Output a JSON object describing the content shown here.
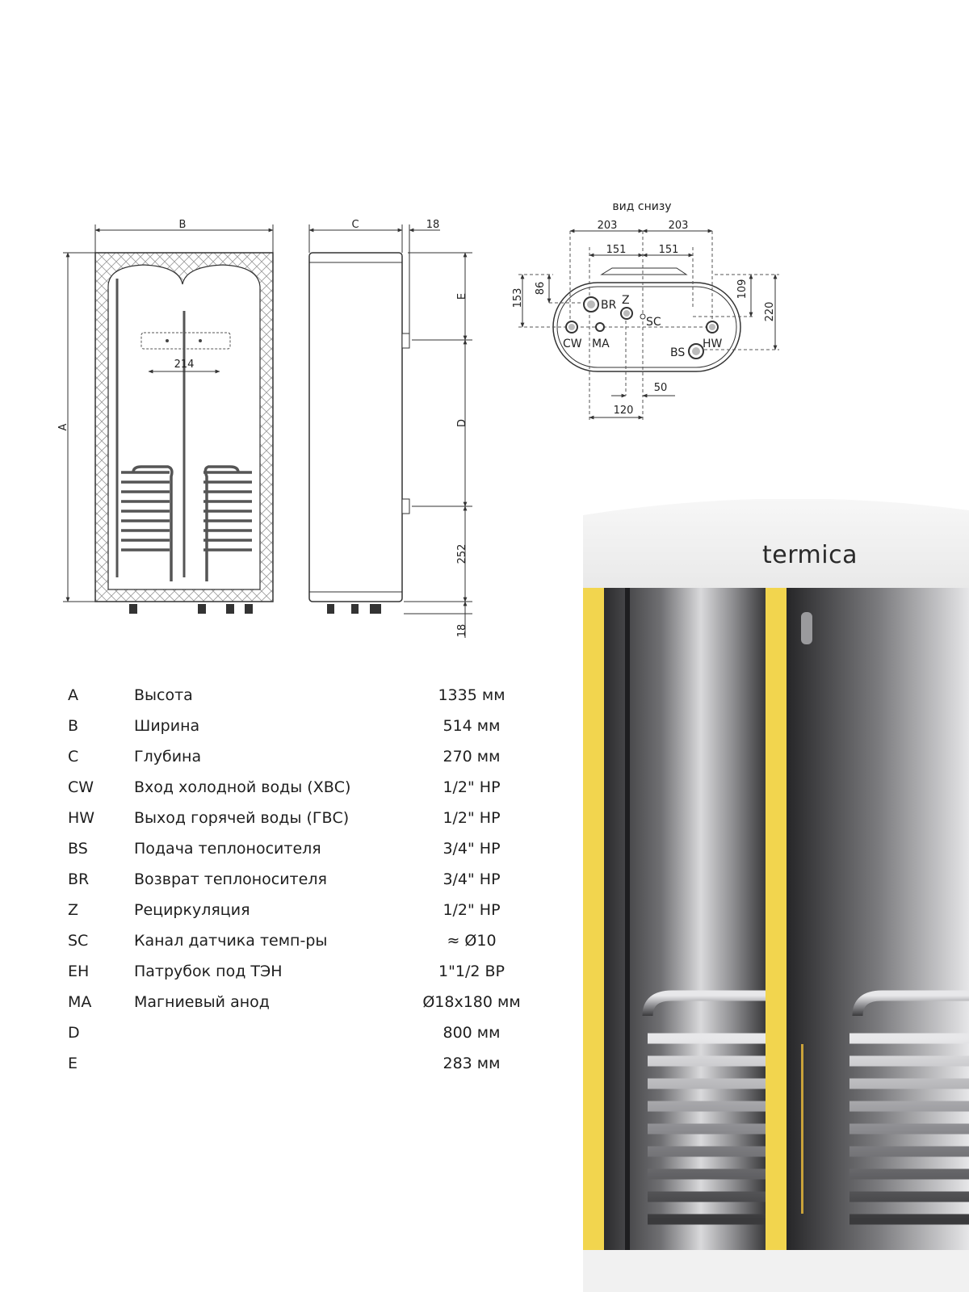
{
  "drawing": {
    "bottom_view_title": "вид снизу",
    "dims": {
      "B": "B",
      "C": "C",
      "A": "A",
      "E": "E",
      "D": "D",
      "d18_top": "18",
      "d18_bottom": "18",
      "d252": "252",
      "d214": "214",
      "b203_left": "203",
      "b203_right": "203",
      "b151_left": "151",
      "b151_right": "151",
      "b153": "153",
      "b86": "86",
      "b109": "109",
      "b220": "220",
      "b50": "50",
      "b120": "120"
    },
    "ports": {
      "BR": "BR",
      "Z": "Z",
      "SC": "SC",
      "CW": "CW",
      "MA": "MA",
      "HW": "HW",
      "BS": "BS"
    }
  },
  "specs": [
    {
      "code": "A",
      "label": "Высота",
      "value": "1335 мм"
    },
    {
      "code": "B",
      "label": "Ширина",
      "value": "514 мм"
    },
    {
      "code": "C",
      "label": "Глубина",
      "value": "270 мм"
    },
    {
      "code": "CW",
      "label": "Вход холодной воды (ХВС)",
      "value": "1/2\" НР"
    },
    {
      "code": "HW",
      "label": "Выход горячей воды (ГВС)",
      "value": "1/2\" НР"
    },
    {
      "code": "BS",
      "label": "Подача теплоносителя",
      "value": "3/4\" НР"
    },
    {
      "code": "BR",
      "label": "Возврат теплоносителя",
      "value": "3/4\" НР"
    },
    {
      "code": "Z",
      "label": "Рециркуляция",
      "value": "1/2\" НР"
    },
    {
      "code": "SC",
      "label": "Канал датчика темп-ры",
      "value": "≈ Ø10"
    },
    {
      "code": "EH",
      "label": "Патрубок под ТЭН",
      "value": "1\"1/2 ВР"
    },
    {
      "code": "MA",
      "label": "Магниевый анод",
      "value": "Ø18x180 мм"
    },
    {
      "code": "D",
      "label": "",
      "value": "800 мм"
    },
    {
      "code": "E",
      "label": "",
      "value": "283 мм"
    }
  ],
  "brand": "termica",
  "colors": {
    "accent_yellow": "#f2d54e",
    "steel_dark": "#3a3a3c",
    "line": "#333333"
  }
}
